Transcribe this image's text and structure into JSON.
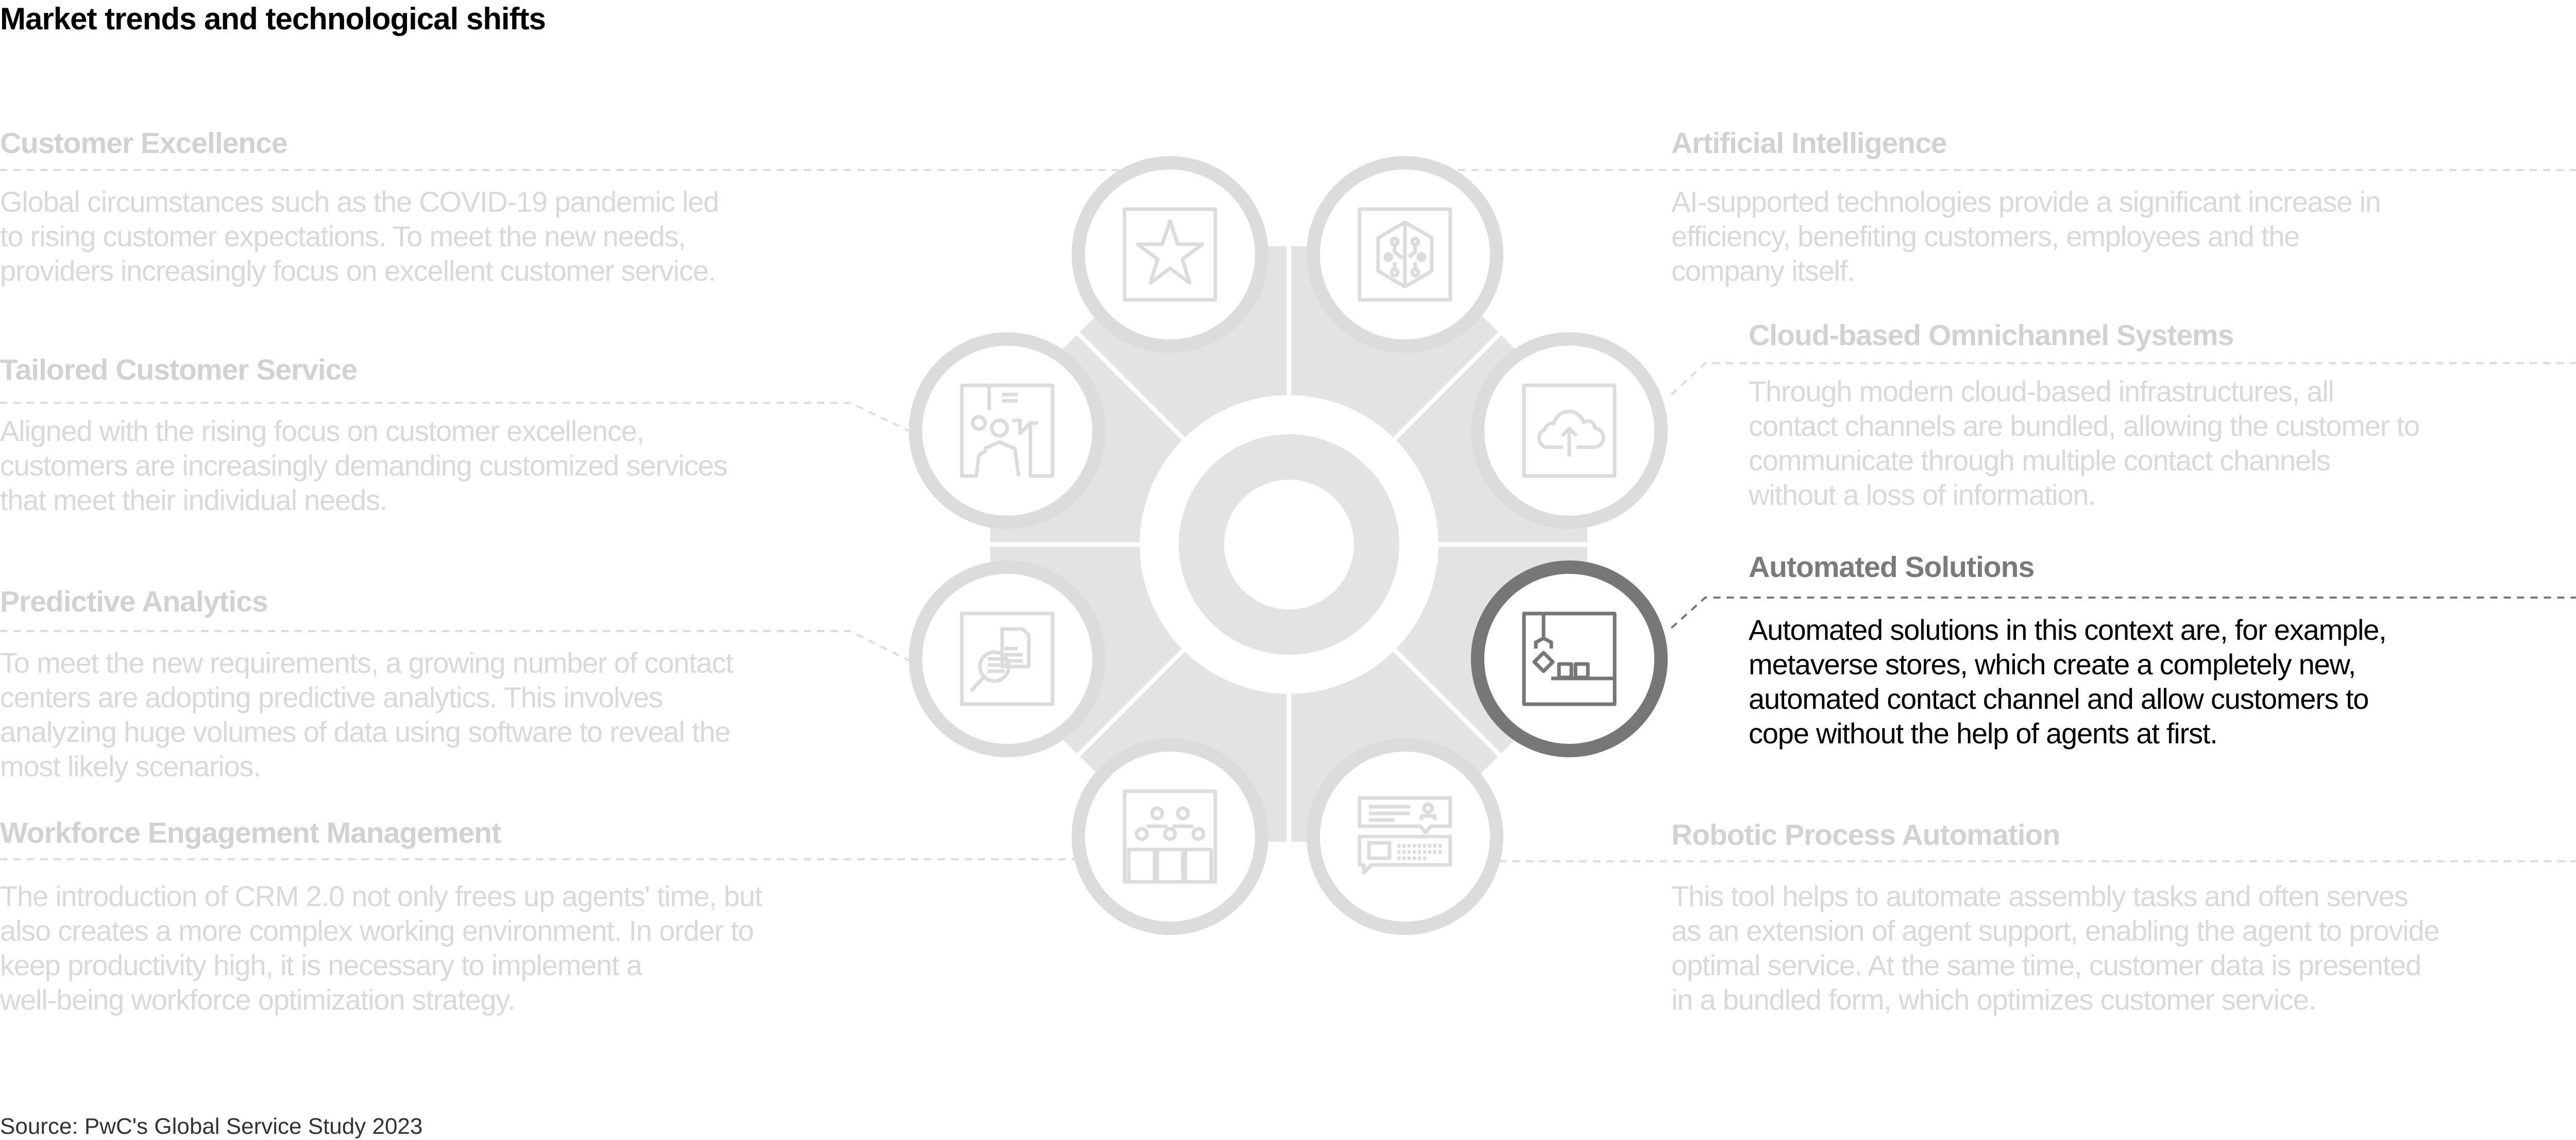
{
  "title": "Market trends and technological shifts",
  "source": "Source: PwC's Global Service Study 2023",
  "colors": {
    "faded_text": "#d9d9d9",
    "active_heading": "#7a7a7a",
    "active_ring": "#777777",
    "ring": "#dcdcdc",
    "hub": "#e3e3e3"
  },
  "trends": [
    {
      "heading": "Customer Excellence",
      "icon": "star-icon",
      "lines": [
        "Global circumstances such as the COVID-19 pandemic led",
        "to rising customer expectations. To meet the new needs,",
        "providers increasingly focus on excellent customer service."
      ]
    },
    {
      "heading": "Tailored Customer Service",
      "icon": "presentation-person-icon",
      "lines": [
        "Aligned with the rising focus on customer excellence,",
        "customers are increasingly demanding customized services",
        "that meet their individual needs."
      ]
    },
    {
      "heading": "Predictive Analytics",
      "icon": "document-magnifier-icon",
      "lines": [
        "To meet the new requirements, a growing number of contact",
        "centers are adopting predictive analytics. This involves",
        "analyzing huge volumes of data using software to reveal the",
        "most likely scenarios."
      ]
    },
    {
      "heading": "Workforce Engagement Management",
      "icon": "team-icon",
      "lines": [
        "The introduction of CRM 2.0 not only frees up agents' time, but",
        "also creates a more complex working environment. In order to",
        "keep productivity high, it is necessary to implement a",
        "well-being workforce optimization strategy."
      ]
    },
    {
      "heading": "Artificial Intelligence",
      "icon": "brain-circuit-icon",
      "lines": [
        "AI-supported technologies provide a significant increase in",
        "efficiency, benefiting customers, employees and the",
        "company itself."
      ]
    },
    {
      "heading": "Cloud-based Omnichannel Systems",
      "icon": "cloud-upload-icon",
      "lines": [
        "Through modern cloud-based infrastructures, all",
        "contact channels are bundled, allowing the customer to",
        "communicate through multiple contact channels",
        "without a loss of information."
      ]
    },
    {
      "heading": "Automated Solutions",
      "icon": "robot-arm-icon",
      "active": true,
      "lines": [
        "Automated solutions in this context are, for example,",
        "metaverse stores, which create a completely new,",
        "automated contact channel and allow customers to",
        "cope without the help of agents at first."
      ]
    },
    {
      "heading": "Robotic Process Automation",
      "icon": "chatbot-icon",
      "lines": [
        "This tool helps to automate assembly tasks and often serves",
        "as an extension of agent support, enabling the agent to provide",
        "optimal service. At the same time, customer data is presented",
        "in a bundled form, which optimizes customer service."
      ]
    }
  ]
}
